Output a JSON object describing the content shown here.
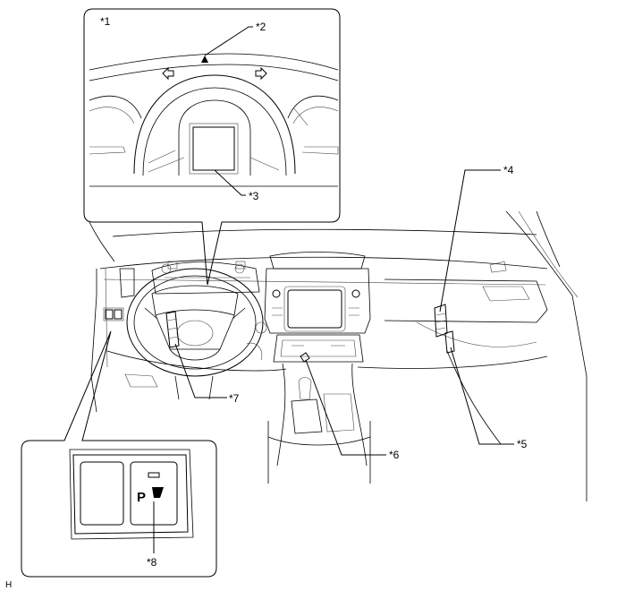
{
  "diagram": {
    "callouts": {
      "c1": "*1",
      "c2": "*2",
      "c3": "*3",
      "c4": "*4",
      "c5": "*5",
      "c6": "*6",
      "c7": "*7",
      "c8": "*8"
    },
    "switch_symbol": "P",
    "figure_code": "H"
  },
  "colors": {
    "line": "#000000",
    "background": "#ffffff"
  }
}
